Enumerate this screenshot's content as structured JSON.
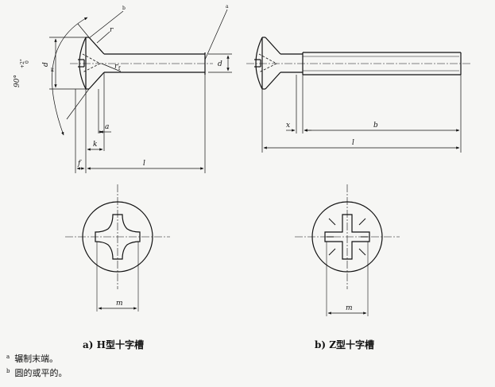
{
  "dimension_labels": {
    "d_k": "d",
    "d_k_sub": "k",
    "d": "d",
    "angle": "90°",
    "angle_tol": "+2°",
    "angle_tol2": "0",
    "r": "r",
    "r_f": "r",
    "r_f_sub": "f",
    "a": "a",
    "k": "k",
    "f": "f",
    "l_left": "l",
    "x": "x",
    "b": "b",
    "l_right": "l",
    "m_left": "m",
    "m_right": "m",
    "note_ref_a": "a",
    "note_ref_b": "b"
  },
  "captions": {
    "a": "a)  H型十字槽",
    "b": "b)  Z型十字槽"
  },
  "notes": [
    {
      "mark": "a",
      "text": "辗制末端。"
    },
    {
      "mark": "b",
      "text": "圆的或平的。"
    }
  ]
}
